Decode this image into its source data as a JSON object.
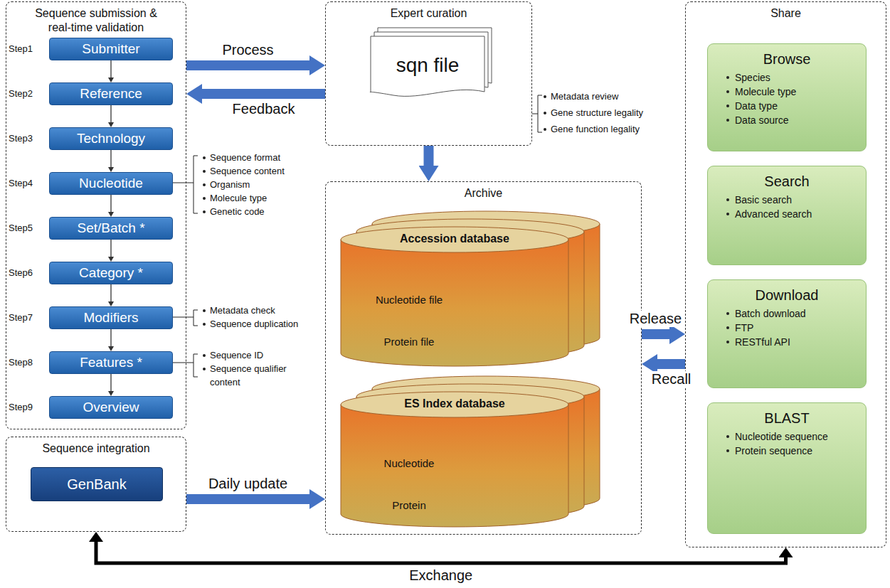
{
  "diagram": {
    "nodes": [
      {
        "text": [
          "Sequence submission & real-time validation"
        ]
      },
      {
        "text": [
          "Step1",
          "Submitter"
        ],
        "in": 0
      },
      {
        "text": [
          "Step2",
          "Reference"
        ],
        "in": 0
      },
      {
        "text": [
          "Step3",
          "Technology"
        ],
        "in": 0
      },
      {
        "text": [
          "Step4",
          "Nucleotide"
        ],
        "in": 0
      },
      {
        "text": [
          "Step5",
          "Set/Batch *"
        ],
        "in": 0
      },
      {
        "text": [
          "Step6",
          "Category *"
        ],
        "in": 0
      },
      {
        "text": [
          "Step7",
          "Modifiers"
        ],
        "in": 0
      },
      {
        "text": [
          "Step8",
          "Features *"
        ],
        "in": 0
      },
      {
        "text": [
          "Step9",
          "Overview"
        ],
        "in": 0
      },
      {
        "text": [
          "Sequence integration"
        ]
      },
      {
        "text": [
          "GenBank"
        ],
        "in": 10
      },
      {
        "text": [
          "Expert curation"
        ]
      },
      {
        "text": [
          "sqn file"
        ],
        "in": 12
      },
      {
        "text": [
          "Archive"
        ]
      },
      {
        "text": [
          "Accession database"
        ],
        "in": 14
      },
      {
        "text": [
          "Nucleotide file"
        ],
        "in": 15
      },
      {
        "text": [
          "Protein file"
        ],
        "in": 15
      },
      {
        "text": [
          "ES Index database"
        ],
        "in": 14
      },
      {
        "text": [
          "Nucleotide"
        ],
        "in": 18
      },
      {
        "text": [
          "Protein"
        ],
        "in": 18
      },
      {
        "text": [
          "Share"
        ]
      },
      {
        "text": [
          "Browse",
          "Species",
          "Molecule type",
          "Data type",
          "Data source"
        ],
        "in": 21
      },
      {
        "text": [
          "Search",
          "Basic search",
          "Advanced search"
        ],
        "in": 21
      },
      {
        "text": [
          "Download",
          "Batch download",
          "FTP",
          "RESTful API"
        ],
        "in": 21
      },
      {
        "text": [
          "BLAST",
          "Nucleotide sequence",
          "Protein sequence"
        ],
        "in": 21
      }
    ],
    "edges": [
      {
        "from": 1,
        "to": 2,
        "arrow": "to"
      },
      {
        "from": 2,
        "to": 3,
        "arrow": "to"
      },
      {
        "from": 3,
        "to": 4,
        "arrow": "to"
      },
      {
        "from": 4,
        "to": 5,
        "arrow": "to"
      },
      {
        "from": 5,
        "to": 6,
        "arrow": "to"
      },
      {
        "from": 6,
        "to": 7,
        "arrow": "to"
      },
      {
        "from": 7,
        "to": 8,
        "arrow": "to"
      },
      {
        "from": 8,
        "to": 9,
        "arrow": "to"
      },
      {
        "from": 0,
        "to": 12,
        "label": "Process",
        "arrow": "to"
      },
      {
        "from": 12,
        "to": 0,
        "label": "Feedback",
        "arrow": "to"
      },
      {
        "from": 12,
        "to": 14,
        "arrow": "to"
      },
      {
        "from": 14,
        "to": 21,
        "label": "Release",
        "arrow": "to"
      },
      {
        "from": 21,
        "to": 14,
        "label": "Recall",
        "arrow": "to"
      },
      {
        "from": 10,
        "to": 14,
        "label": "Daily update",
        "arrow": "to"
      },
      {
        "from": 10,
        "to": 21,
        "label": "Exchange",
        "arrow": "both"
      }
    ],
    "labels": [
      "Sequence format",
      "Sequence content",
      "Organism",
      "Molecule type",
      "Genetic code",
      "Metadata check",
      "Sequence duplication",
      "Sequence ID",
      "Sequence qualifier content",
      "Metadata review",
      "Gene structure legality",
      "Gene function legality"
    ]
  }
}
